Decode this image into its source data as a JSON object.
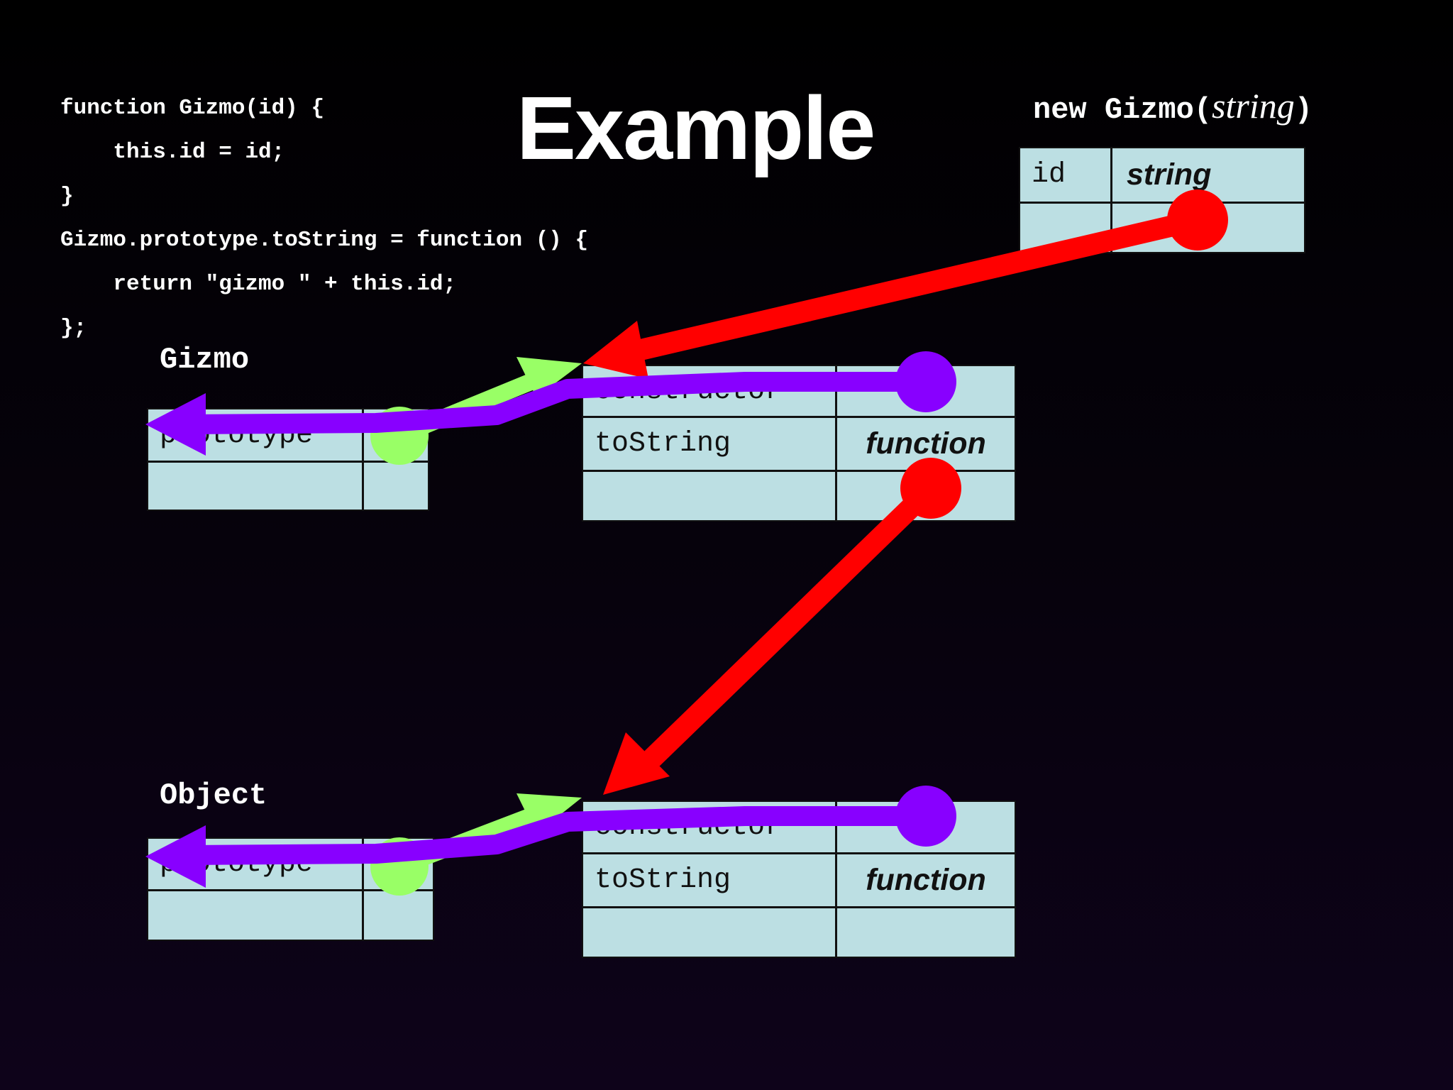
{
  "slide": {
    "title": "Example",
    "code_lines": [
      "function Gizmo(id) {",
      "    this.id = id;",
      "}",
      "Gizmo.prototype.toString = function () {",
      "    return \"gizmo \" + this.id;",
      "};"
    ]
  },
  "instance": {
    "label_prefix": "new Gizmo(",
    "label_arg": "string",
    "label_suffix": ")",
    "rows": [
      {
        "key": "id",
        "value": "string"
      },
      {
        "key": "",
        "value": ""
      }
    ]
  },
  "gizmo_function": {
    "label": "Gizmo",
    "rows": [
      {
        "key": "prototype",
        "value": ""
      },
      {
        "key": "",
        "value": ""
      }
    ]
  },
  "gizmo_prototype": {
    "rows": [
      {
        "key": "constructor",
        "value": ""
      },
      {
        "key": "toString",
        "value": "function"
      },
      {
        "key": "",
        "value": ""
      }
    ]
  },
  "object_function": {
    "label": "Object",
    "rows": [
      {
        "key": "prototype",
        "value": ""
      },
      {
        "key": "",
        "value": ""
      }
    ]
  },
  "object_prototype": {
    "rows": [
      {
        "key": "constructor",
        "value": ""
      },
      {
        "key": "toString",
        "value": "function"
      },
      {
        "key": "",
        "value": ""
      }
    ]
  },
  "colors": {
    "background": "#000000",
    "box_fill": "#bcdfe3",
    "proto_link": "#ff0000",
    "prototype_pointer": "#99ff66",
    "constructor_pointer": "#8800ff",
    "text": "#ffffff"
  }
}
